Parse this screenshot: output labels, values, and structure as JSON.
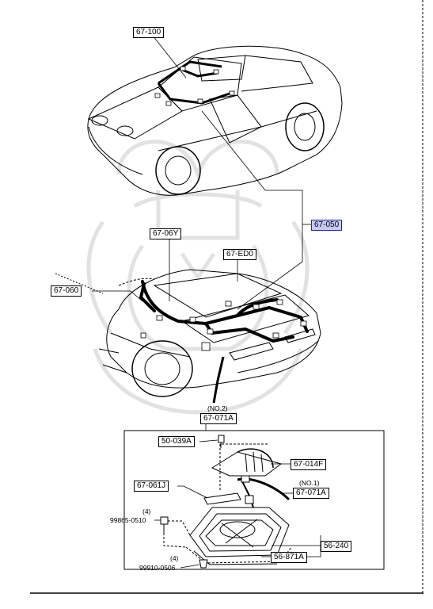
{
  "labels": {
    "l_67_100": "67-100",
    "l_67_050": "67-050",
    "l_67_06y": "67-06Y",
    "l_67_ed0": "67-ED0",
    "l_67_060": "67-060",
    "l_no2": "(NO.2)",
    "l_67_071a_top": "67-071A",
    "l_50_039a": "50-039A",
    "l_67_014f": "67-014F",
    "l_no1": "(NO.1)",
    "l_67_071a_mid": "67-071A",
    "l_67_061j": "67-061J",
    "l_qty_top": "(4)",
    "l_99865": "99865-0510",
    "l_56_240": "56-240",
    "l_56_871a": "56-871A",
    "l_qty_bot": "(4)",
    "l_99910": "99910-0506"
  },
  "colors": {
    "highlight": "#c6c9f5",
    "line": "#000000",
    "watermark": "#e2e2e2"
  },
  "icons": {
    "car_top": "sports-car-front-view-icon",
    "car_rear": "sports-car-rear-view-icon",
    "fuse_box": "fuse-box-assembly-icon",
    "watermark": "samurai-helmet-watermark-icon"
  }
}
